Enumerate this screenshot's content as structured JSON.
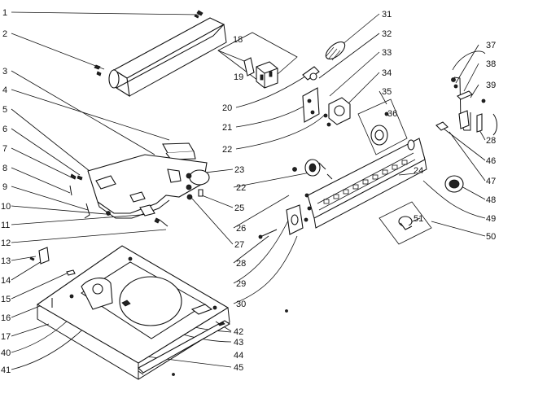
{
  "diagram": {
    "labels": [
      "1",
      "2",
      "3",
      "4",
      "5",
      "6",
      "7",
      "8",
      "9",
      "10",
      "11",
      "12",
      "13",
      "14",
      "15",
      "16",
      "17",
      "18",
      "19",
      "20",
      "21",
      "22",
      "22",
      "23",
      "24",
      "25",
      "26",
      "27",
      "28",
      "28",
      "29",
      "30",
      "31",
      "32",
      "33",
      "34",
      "35",
      "36",
      "37",
      "38",
      "39",
      "40",
      "41",
      "42",
      "43",
      "44",
      "45",
      "46",
      "47",
      "48",
      "49",
      "50",
      "51"
    ]
  }
}
